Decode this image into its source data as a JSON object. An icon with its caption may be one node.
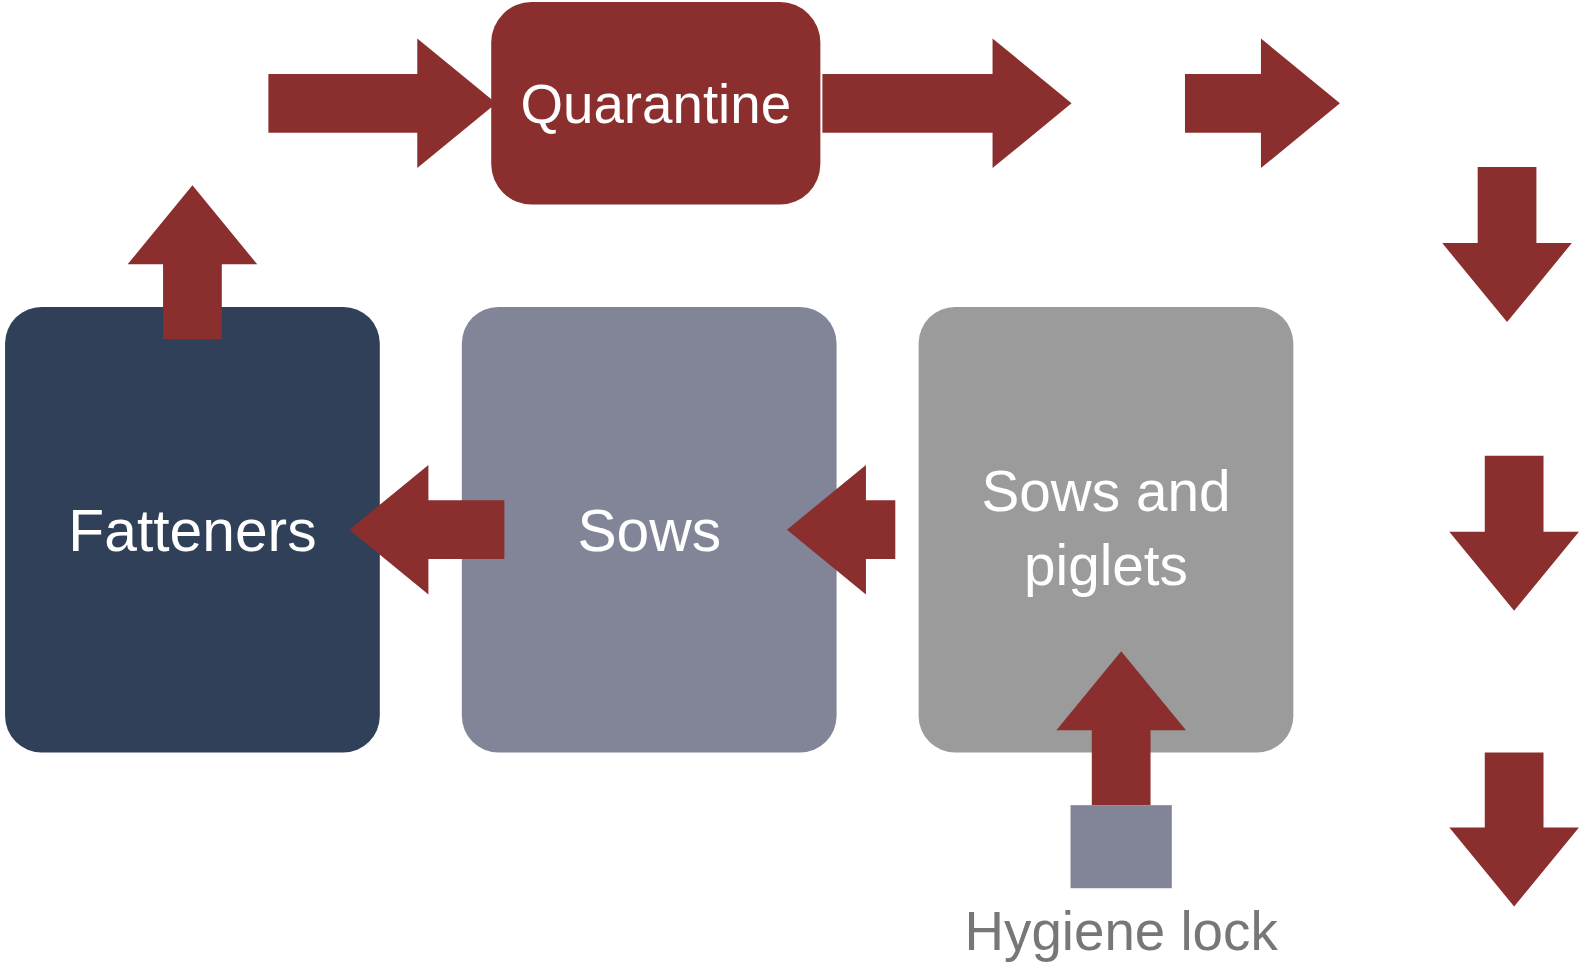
{
  "diagram": {
    "nodes": [
      {
        "text": [
          "Quarantine"
        ]
      },
      {
        "text": [
          "Fatteners"
        ]
      },
      {
        "text": [
          "Sows"
        ]
      },
      {
        "text": [
          "Sows and piglets"
        ]
      },
      {
        "text": [
          "Hygiene lock"
        ]
      }
    ],
    "edges": [
      {
        "from": 1,
        "to": null,
        "arrow": "to"
      },
      {
        "from": null,
        "to": 0,
        "arrow": "to"
      },
      {
        "from": 0,
        "to": null,
        "arrow": "to"
      },
      {
        "from": 3,
        "to": 2,
        "arrow": "to"
      },
      {
        "from": 2,
        "to": 1,
        "arrow": "to"
      },
      {
        "from": 4,
        "to": 3,
        "arrow": "to"
      }
    ]
  }
}
